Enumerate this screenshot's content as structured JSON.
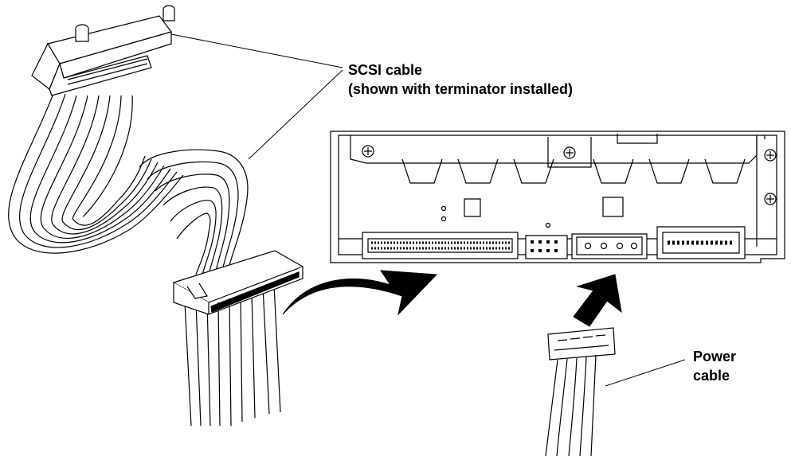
{
  "labels": {
    "scsi_cable": {
      "line1": "SCSI cable",
      "line2": "(shown with terminator installed)"
    },
    "power_cable": {
      "line1": "Power",
      "line2": "cable"
    }
  },
  "colors": {
    "ink": "#000000",
    "paper": "#ffffff"
  },
  "icons": {
    "scsi_arrow": "curved-arrow-icon",
    "power_arrow": "up-arrow-icon",
    "screws": "phillips-screw-icon"
  }
}
